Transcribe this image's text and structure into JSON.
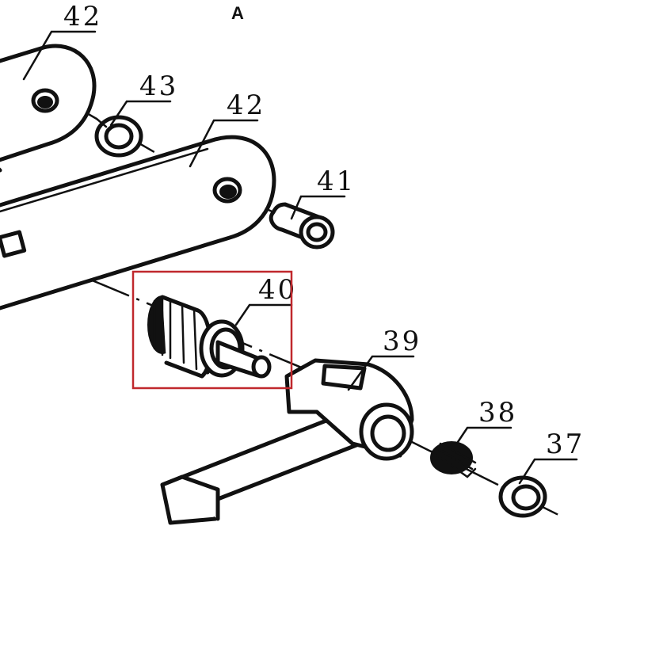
{
  "view_label": "A",
  "callouts": {
    "c42a": "42",
    "c43": "43",
    "c42b": "42",
    "c41": "41",
    "c40": "40",
    "c39": "39",
    "c38": "38",
    "c37": "37"
  },
  "highlight_color": "#c0282d"
}
